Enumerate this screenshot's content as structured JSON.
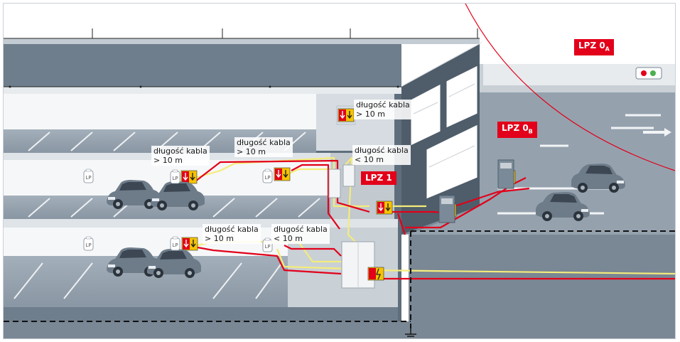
{
  "labels": {
    "l1a": "długość kabla",
    "l1b": "> 10 m",
    "l2a": "długość kabla",
    "l2b": "> 10 m",
    "l3a": "długość kabla",
    "l3b": "> 10 m",
    "l4a": "długość kabla",
    "l4b": "< 10 m",
    "l5a": "długość kabla",
    "l5b": "> 10 m",
    "l6a": "długość kabla",
    "l6b": "< 10 m"
  },
  "zones": {
    "lpz0a": "LPZ 0",
    "lpz0a_sub": "A",
    "lpz0b": "LPZ 0",
    "lpz0b_sub": "B",
    "lpz1": "LPZ 1"
  },
  "lp_text": "LP",
  "colors": {
    "cable_red": "#e2001a",
    "cable_yellow": "#f4ec7a",
    "building_dark": "#5f6e7c",
    "building_mid": "#7b8a98",
    "floor": "#95a2ae",
    "ground": "#7a8794",
    "spd_yellow": "#f5c400",
    "spd_red": "#e2001a",
    "car": "#6e7c8a"
  },
  "icons": [
    "spd-icon",
    "lightning-spd-icon",
    "charger-icon",
    "car-icon",
    "ground-icon",
    "traffic-light-icon",
    "arrow-icon"
  ]
}
